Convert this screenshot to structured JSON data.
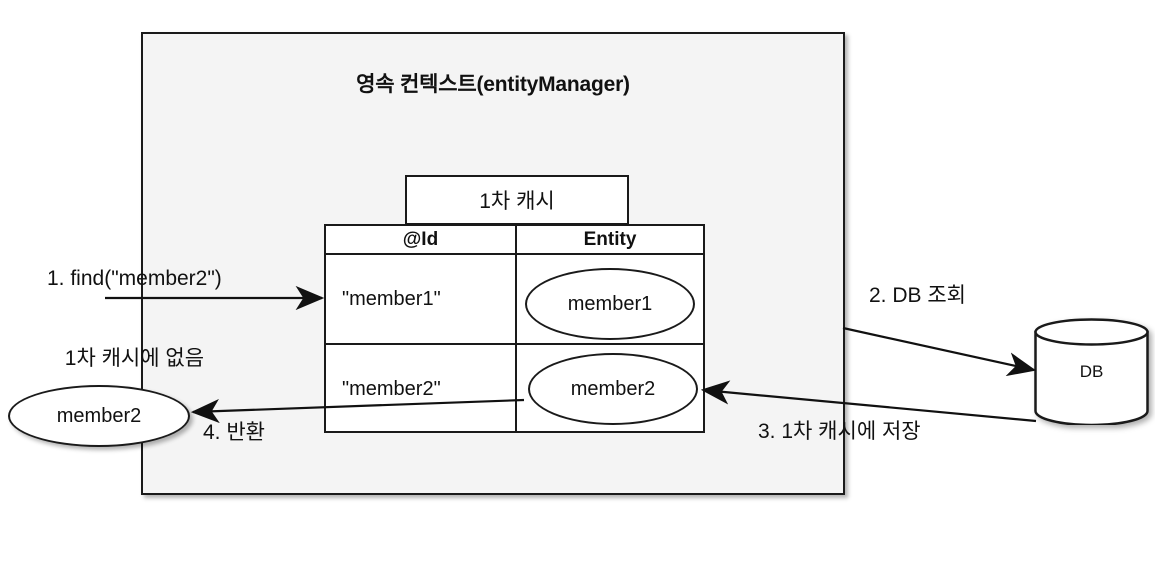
{
  "diagram": {
    "title": "영속 컨텍스트(entityManager)",
    "context_box": {
      "label": "영속 컨텍스트(entityManager)",
      "fill_color": "#f4f4f4",
      "border_color": "#1a1a1a"
    },
    "cache": {
      "tab_label": "1차 캐시",
      "columns": [
        "@Id",
        "Entity"
      ],
      "rows": [
        {
          "id": "\"member1\"",
          "entity": "member1"
        },
        {
          "id": "\"member2\"",
          "entity": "member2"
        }
      ]
    },
    "database": {
      "label": "DB"
    },
    "result_entity": {
      "label": "member2"
    },
    "steps": [
      {
        "number": "1",
        "text_line1": "1. find(\"member2\")",
        "text_line2": "1차 캐시에 없음",
        "from": "caller",
        "to": "persistence-context"
      },
      {
        "number": "2",
        "text_line1": "2. DB 조회",
        "text_line2": "",
        "from": "persistence-context",
        "to": "database"
      },
      {
        "number": "3",
        "text_line1": "3. 1차 캐시에 저장",
        "text_line2": "",
        "from": "database",
        "to": "cache-entity-member2"
      },
      {
        "number": "4",
        "text_line1": "4. 반환",
        "text_line2": "",
        "from": "cache-entity-member2",
        "to": "result-entity"
      }
    ]
  }
}
